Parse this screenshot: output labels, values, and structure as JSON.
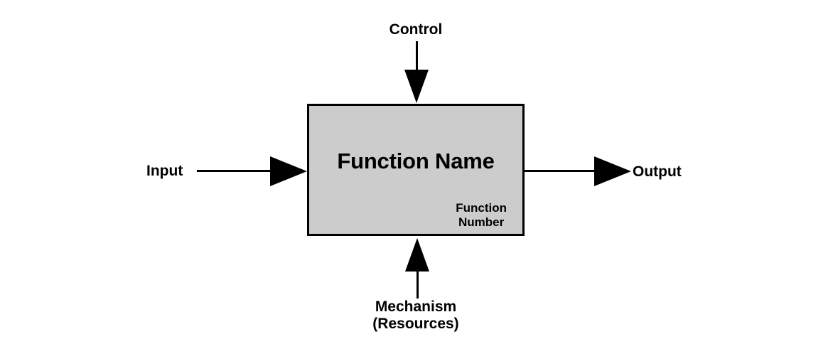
{
  "diagram": {
    "type": "idef0-function-box",
    "box": {
      "function_name": "Function Name",
      "function_number_line1": "Function",
      "function_number_line2": "Number",
      "fill_color": "#cccccc",
      "border_color": "#000000"
    },
    "arrows": {
      "input": {
        "label": "Input",
        "direction": "right",
        "side": "left"
      },
      "control": {
        "label": "Control",
        "direction": "down",
        "side": "top"
      },
      "output": {
        "label": "Output",
        "direction": "right",
        "side": "right"
      },
      "mechanism": {
        "label_line1": "Mechanism",
        "label_line2": "(Resources)",
        "direction": "up",
        "side": "bottom"
      }
    },
    "background_color": "#ffffff"
  }
}
